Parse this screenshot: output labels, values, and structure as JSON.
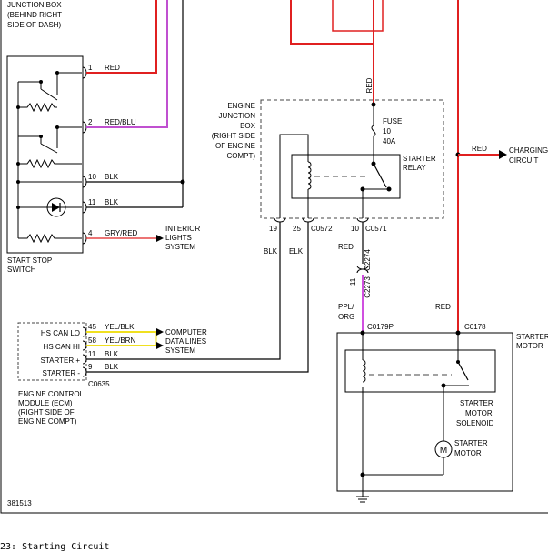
{
  "figure_id": "381513",
  "caption": "23: Starting Circuit",
  "colors": {
    "red": "#e02020",
    "pink": "#c050d0",
    "magenta": "#d050e0",
    "yellow": "#f0e020",
    "black": "#000000",
    "dash": "#444444"
  },
  "top_box": {
    "l1": "JUNCTION BOX",
    "l2": "(BEHIND RIGHT",
    "l3": "SIDE OF DASH)"
  },
  "switch": {
    "title1": "START STOP",
    "title2": "SWITCH",
    "pins": [
      {
        "pin": "1",
        "wire": "RED"
      },
      {
        "pin": "2",
        "wire": "RED/BLU"
      },
      {
        "pin": "10",
        "wire": "BLK"
      },
      {
        "pin": "11",
        "wire": "BLK"
      },
      {
        "pin": "4",
        "wire": "GRY/RED"
      }
    ],
    "dest1": "INTERIOR",
    "dest2": "LIGHTS",
    "dest3": "SYSTEM"
  },
  "ejb": {
    "l1": "ENGINE",
    "l2": "JUNCTION",
    "l3": "BOX",
    "l4": "(RIGHT SIDE",
    "l5": "OF ENGINE",
    "l6": "COMPT)",
    "fuse1": "FUSE",
    "fuse2": "10",
    "fuse3": "40A",
    "relay1": "STARTER",
    "relay2": "RELAY",
    "feed_wire": "RED",
    "pin_a": "19",
    "pin_b": "25",
    "conn_a": "C0572",
    "pin_c": "10",
    "conn_b": "C0571",
    "wire_a": "BLK",
    "wire_b": "ELK"
  },
  "charging": {
    "wire": "RED",
    "l1": "CHARGING",
    "l2": "CIRCUIT"
  },
  "inline": {
    "wire_top": "RED",
    "conn_a": "C2274",
    "pin": "11",
    "conn_b": "C2273",
    "wire_b1": "PPL/",
    "wire_b2": "ORG"
  },
  "ecm": {
    "pins": [
      {
        "label": "HS CAN LO",
        "pin": "45",
        "wire": "YEL/BLK"
      },
      {
        "label": "HS CAN HI",
        "pin": "58",
        "wire": "YEL/BRN"
      },
      {
        "label": "STARTER +",
        "pin": "11",
        "wire": "BLK"
      },
      {
        "label": "STARTER -",
        "pin": "9",
        "wire": "BLK"
      }
    ],
    "conn": "C0635",
    "dest1": "COMPUTER",
    "dest2": "DATA LINES",
    "dest3": "SYSTEM",
    "title1": "ENGINE CONTROL",
    "title2": "MODULE (ECM)",
    "title3": "(RIGHT SIDE OF",
    "title4": "ENGINE COMPT)"
  },
  "starter": {
    "conn_a": "C0179P",
    "conn_b": "C0178",
    "wire_red": "RED",
    "title1": "STARTER",
    "title2": "MOTOR",
    "sol1": "STARTER",
    "sol2": "MOTOR",
    "sol3": "SOLENOID",
    "mot1": "STARTER",
    "mot2": "MOTOR",
    "m_glyph": "M"
  }
}
